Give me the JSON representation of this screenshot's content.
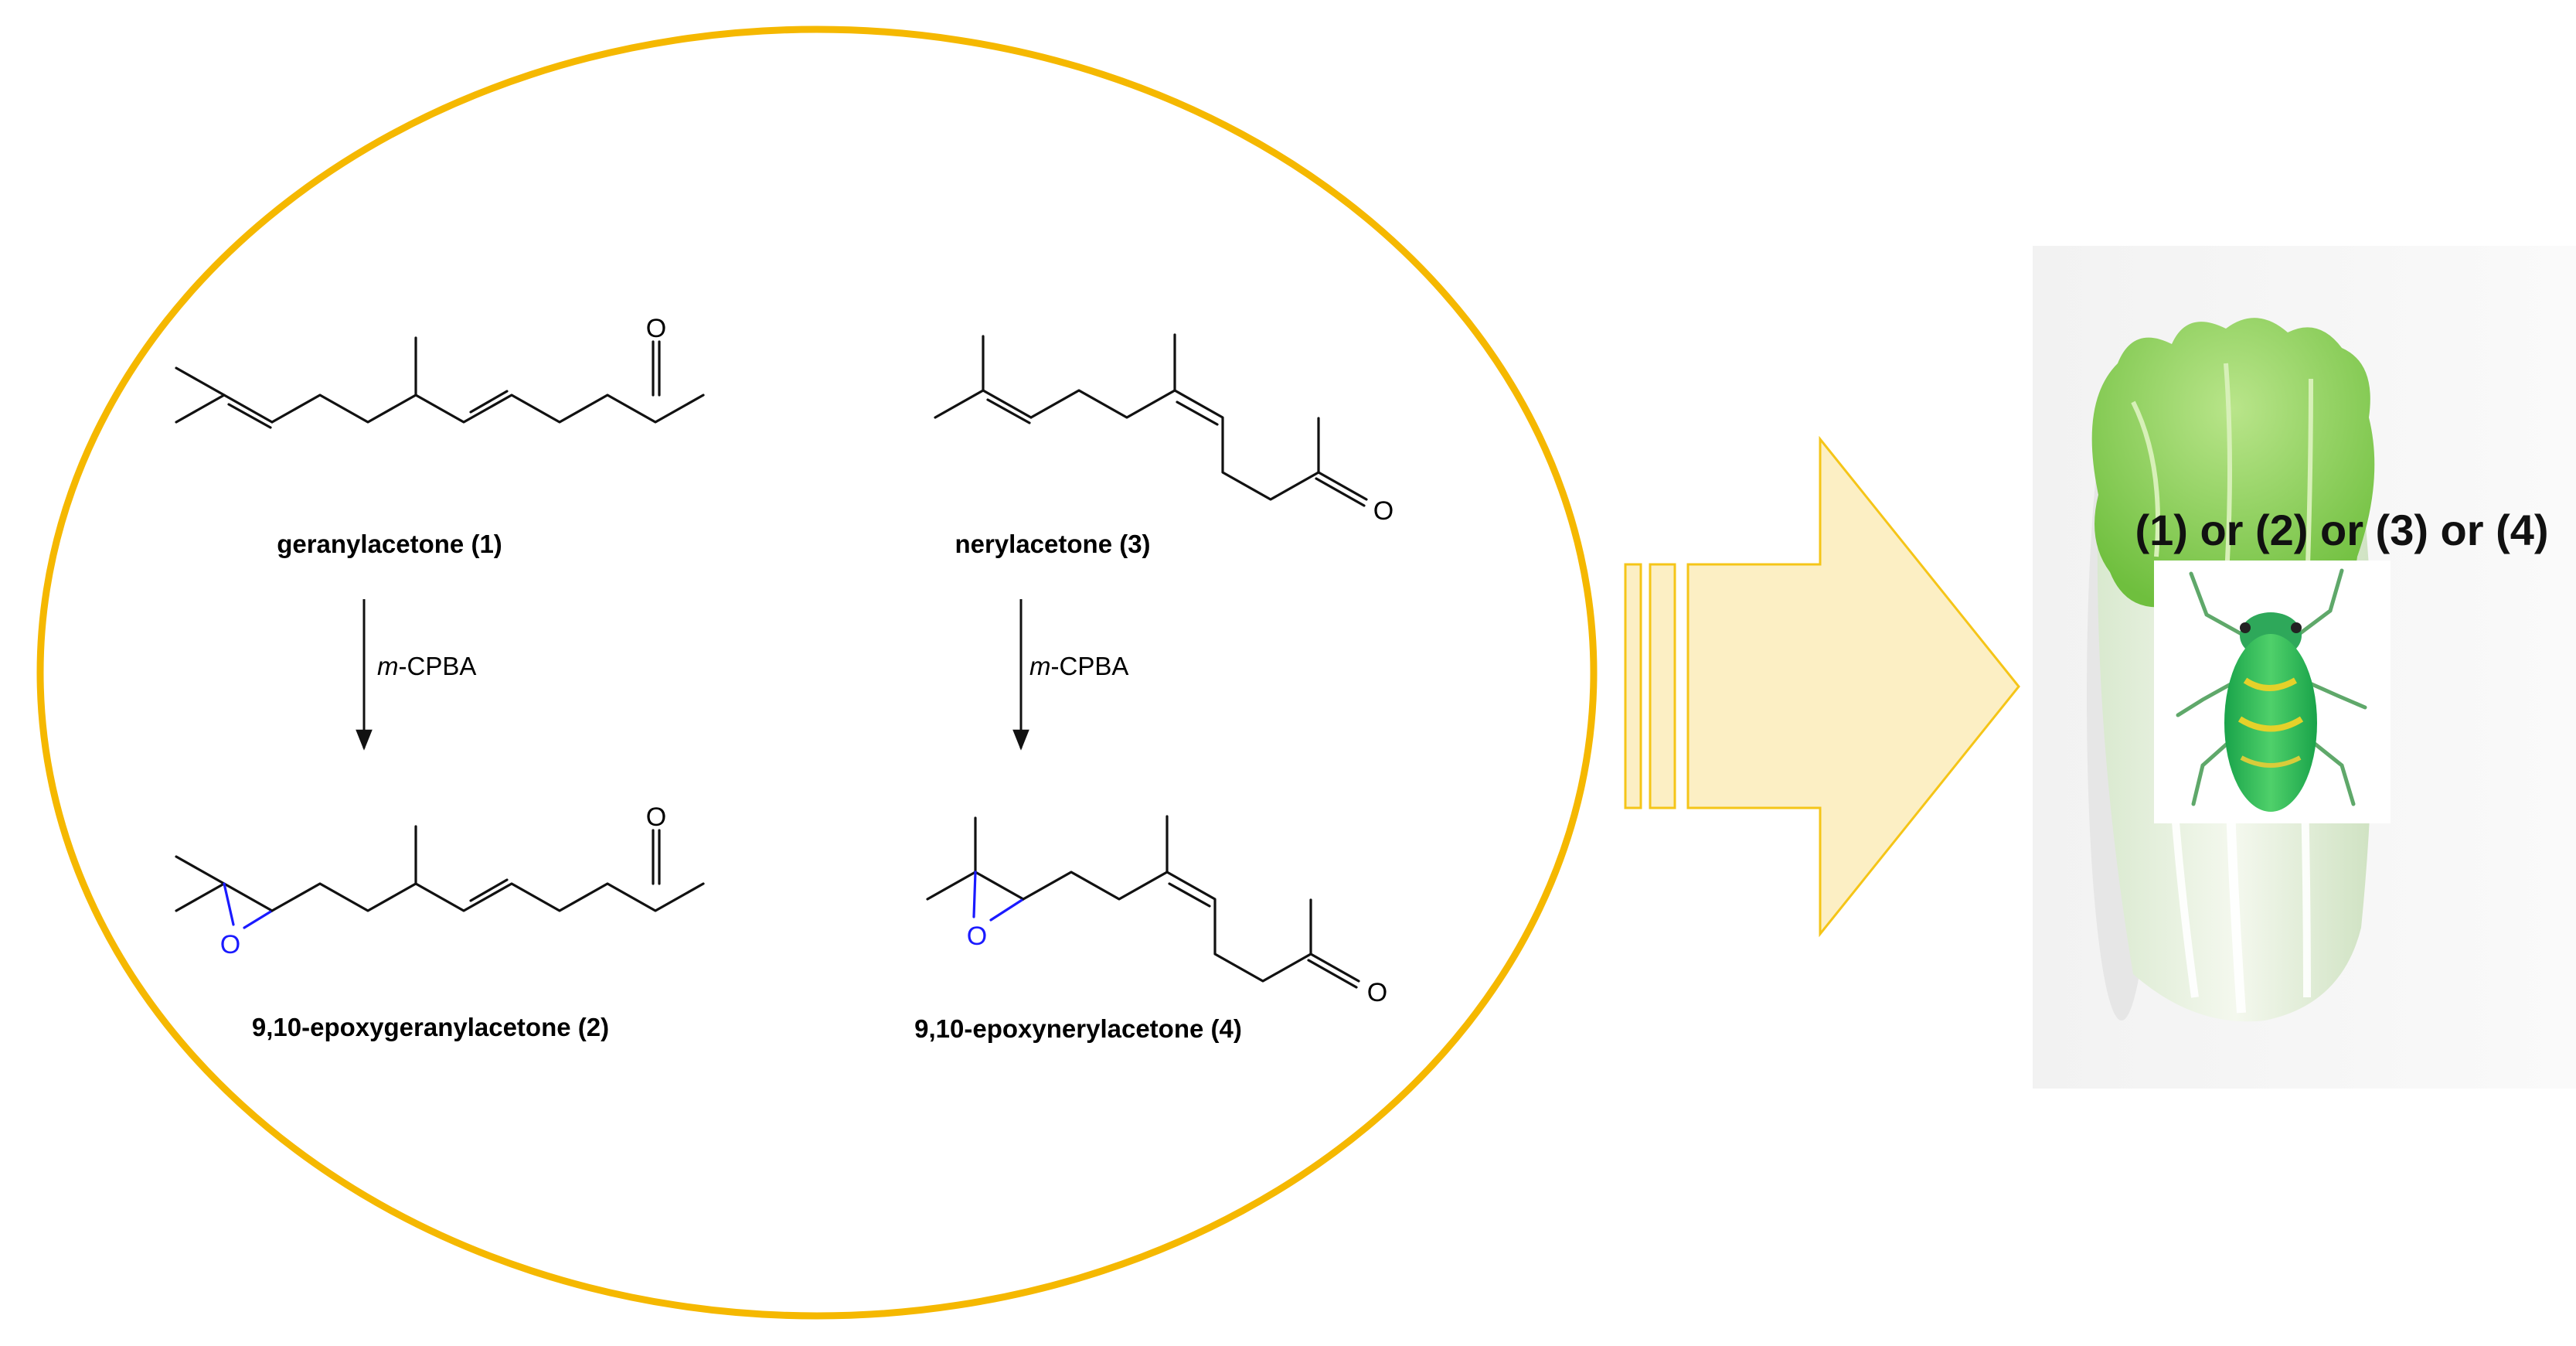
{
  "compounds": {
    "c1_label": "geranylacetone (1)",
    "c2_label": "9,10-epoxygeranylacetone (2)",
    "c3_label": "nerylacetone (3)",
    "c4_label": "9,10-epoxynerylacetone (4)",
    "oxygen_symbol": "O"
  },
  "reagent": {
    "prefix": "m",
    "suffix": "-CPBA"
  },
  "target": {
    "text": "(1) or (2) or (3) or (4)"
  },
  "colors": {
    "ellipse_outline": "#F5B800",
    "arrow_fill": "#FCEFC4",
    "arrow_stroke": "#F5C518",
    "epoxide_bonds": "#1a1aff",
    "cabbage_green": "#8ccf5a",
    "aphid_green": "#22b14c"
  },
  "images": {
    "cabbage": "napa-cabbage-image",
    "insect": "aphid-image"
  }
}
